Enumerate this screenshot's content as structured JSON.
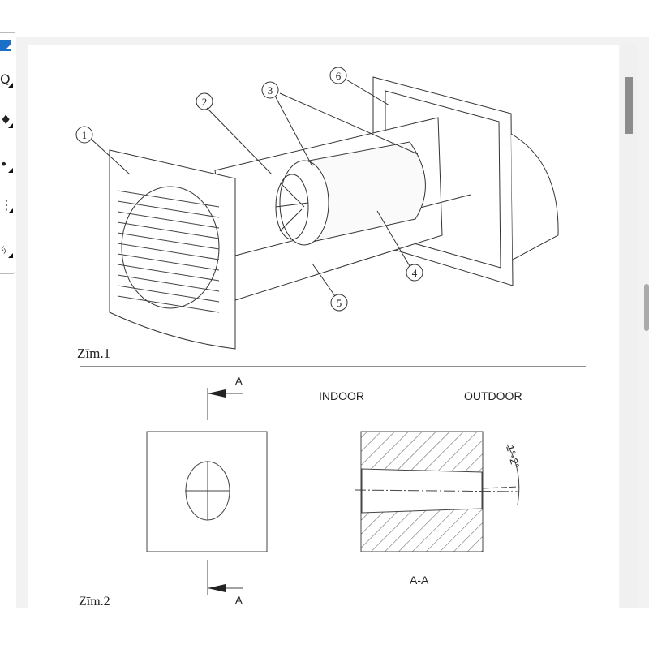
{
  "figure1": {
    "caption": "Zīm.1",
    "callouts": [
      "1",
      "2",
      "3",
      "4",
      "5",
      "6"
    ]
  },
  "figure2": {
    "caption": "Zīm.2",
    "section_mark_top": "A",
    "section_mark_bottom": "A",
    "indoor_label": "INDOOR",
    "outdoor_label": "OUTDOOR",
    "section_label": "A-A",
    "angle_label": "1°-2°"
  },
  "toolbar": {
    "icons": [
      "select-tool-icon",
      "zoom-tool-icon",
      "shape-tool-icon",
      "pen-tool-icon",
      "measure-tool-icon",
      "stamp-tool-icon"
    ]
  },
  "colors": {
    "accent": "#1a6fc9",
    "scroll_thumb": "#8c8c8c"
  }
}
